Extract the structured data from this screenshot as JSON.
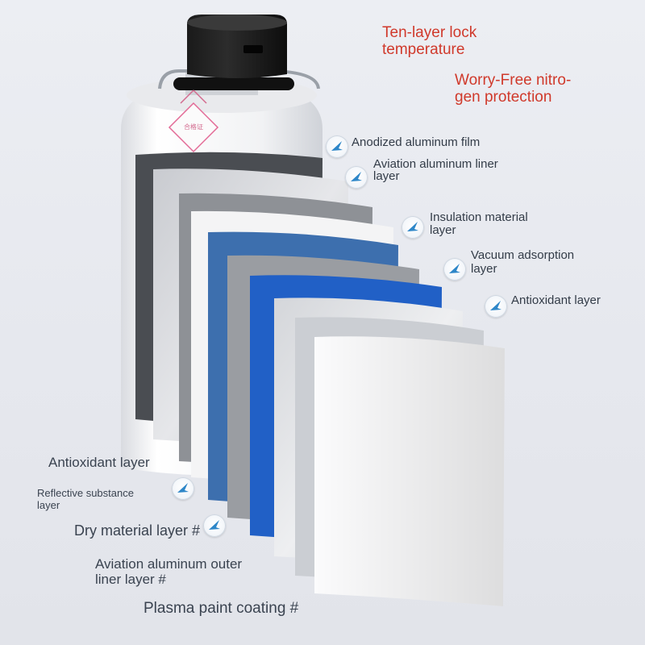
{
  "headline": {
    "line1": "Ten-layer lock",
    "line2": "temperature",
    "line3": "Worry-Free nitro-",
    "line4": "gen protection"
  },
  "tag": {
    "text": "合格证"
  },
  "right_labels": {
    "l1": "Anodized aluminum film",
    "l2a": "Aviation aluminum liner",
    "l2b": "layer",
    "l3a": "Insulation material",
    "l3b": "layer",
    "l4a": "Vacuum adsorption",
    "l4b": "layer",
    "l5": "Antioxidant layer"
  },
  "left_labels": {
    "l1": "Antioxidant layer",
    "l2a": "Reflective substance",
    "l2b": "layer",
    "l3": "Dry material layer #",
    "l4a": "Aviation aluminum outer",
    "l4b": "liner layer #",
    "l5": "Plasma paint coating #"
  },
  "icons": {
    "marker": "arrow-marker-icon"
  },
  "colors": {
    "headline_red": "#d0392b",
    "arrow_blue": "#2d86c8",
    "layer_dark_gray": "#4a4d52",
    "layer_mid_gray": "#8e9196",
    "layer_light": "#f4f4f5",
    "layer_blue_1": "#3d6fae",
    "layer_blue_2": "#2160c6"
  }
}
